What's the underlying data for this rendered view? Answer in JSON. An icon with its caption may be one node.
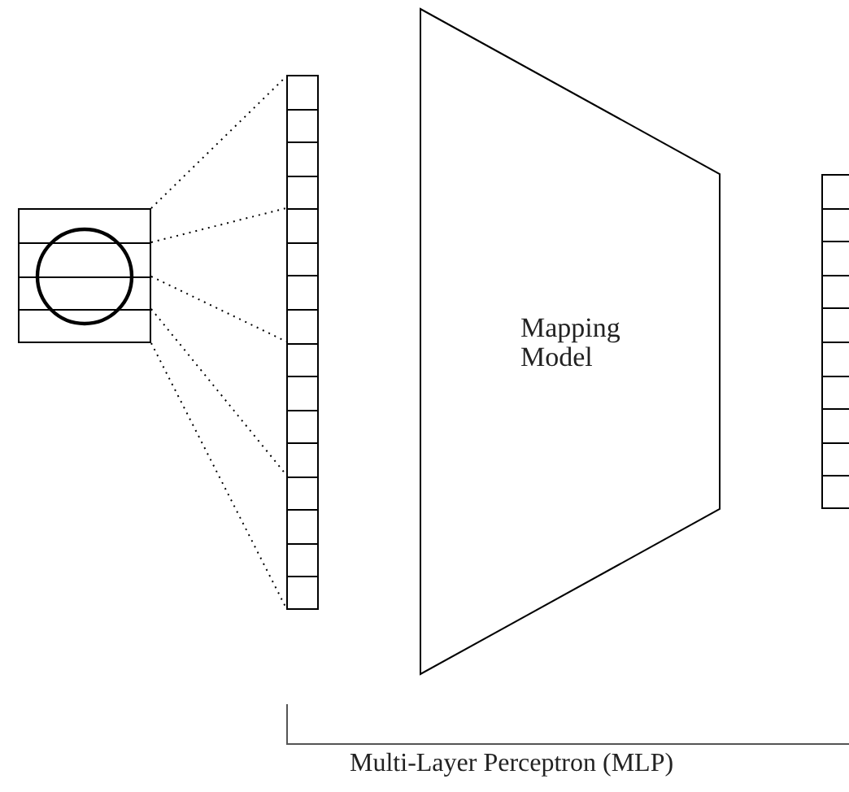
{
  "diagram": {
    "nodes": [
      {
        "text": [],
        "shape": "grid"
      },
      {
        "text": [],
        "shape": "bar"
      },
      {
        "text": [
          "Mapping Model"
        ]
      },
      {
        "text": [],
        "shape": "bar"
      }
    ],
    "edges": [
      {
        "from": 0,
        "to": 1,
        "arrow": "none",
        "style": "dashed"
      },
      {
        "from": 0,
        "to": 1,
        "arrow": "none",
        "style": "dashed"
      },
      {
        "from": 0,
        "to": 1,
        "arrow": "none",
        "style": "dashed"
      },
      {
        "from": 0,
        "to": 1,
        "arrow": "none",
        "style": "dashed"
      },
      {
        "from": 0,
        "to": 1,
        "arrow": "none",
        "style": "dashed"
      }
    ],
    "labels": [
      "Multi-Layer Perceptron (MLP)"
    ]
  }
}
